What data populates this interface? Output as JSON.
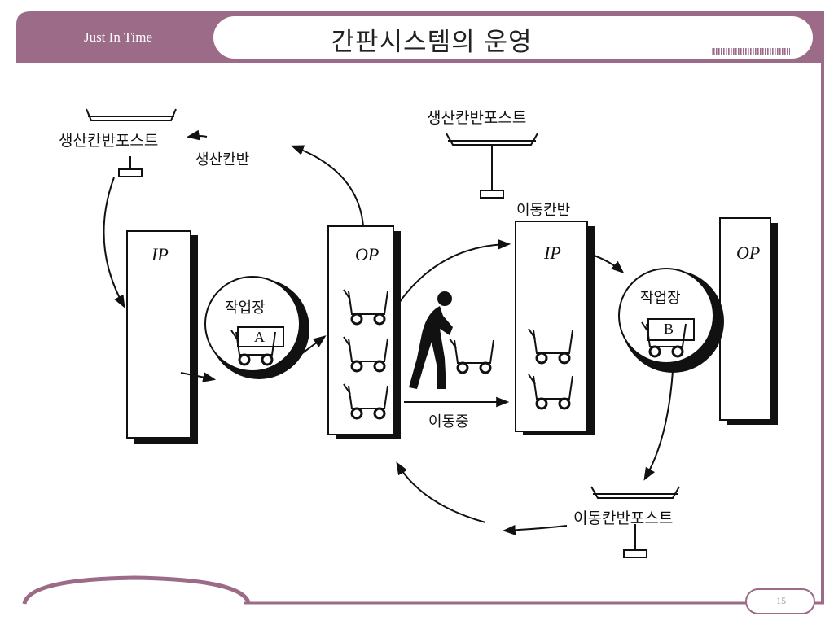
{
  "header": {
    "section_label": "Just In Time",
    "title": "간판시스템의 운영"
  },
  "footer": {
    "page_number": "15"
  },
  "diagram": {
    "boxes": [
      {
        "id": "ip-left",
        "label": "IP"
      },
      {
        "id": "op-middle",
        "label": "OP"
      },
      {
        "id": "ip-right",
        "label": "IP"
      },
      {
        "id": "op-right",
        "label": "OP"
      }
    ],
    "workshops": [
      {
        "label": "작업장",
        "cart_label": "A"
      },
      {
        "label": "작업장",
        "cart_label": "B"
      }
    ],
    "labels": {
      "production_kanban_post_left": "생산칸반포스트",
      "production_kanban": "생산칸반",
      "production_kanban_post_top": "생산칸반포스트",
      "move_kanban": "이동칸반",
      "in_transit": "이동중",
      "move_kanban_post": "이동칸반포스트"
    }
  },
  "colors": {
    "accent": "#9b6b88",
    "line": "#111111"
  }
}
